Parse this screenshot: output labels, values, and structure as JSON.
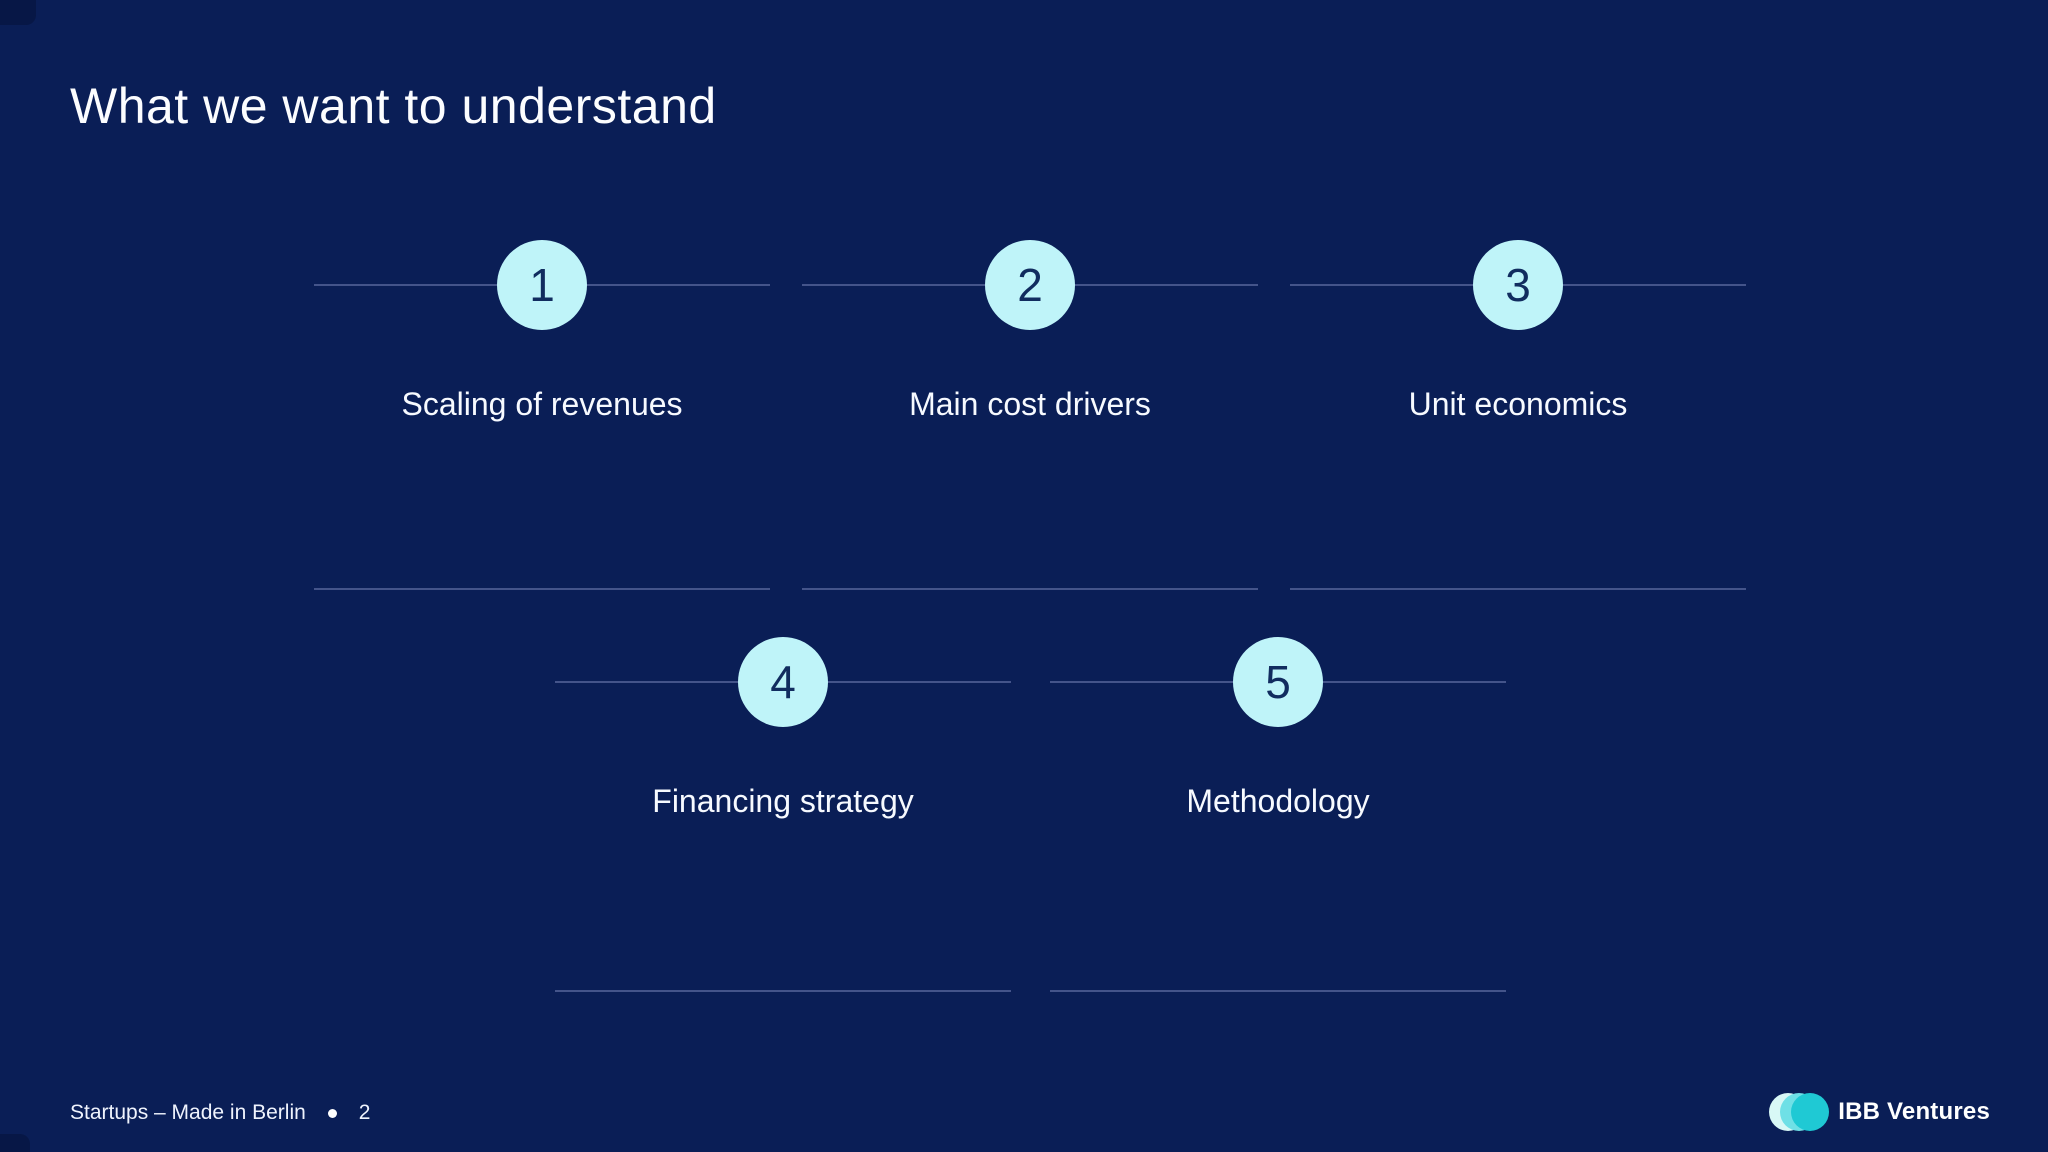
{
  "slide": {
    "title": "What we want to understand",
    "items": [
      {
        "number": "1",
        "label": "Scaling of revenues"
      },
      {
        "number": "2",
        "label": "Main cost drivers"
      },
      {
        "number": "3",
        "label": "Unit economics"
      },
      {
        "number": "4",
        "label": "Financing strategy"
      },
      {
        "number": "5",
        "label": "Methodology"
      }
    ]
  },
  "footer": {
    "deck_title": "Startups – Made in Berlin",
    "separator": "•",
    "page_number": "2",
    "logo_text": "IBB Ventures"
  },
  "colors": {
    "background": "#0A1E56",
    "circle_fill": "#BFF4F9",
    "circle_number": "#112C5F",
    "divider_line": "#44548A",
    "text": "#FFFFFF",
    "logo_circle_light": "#D8F8F6",
    "logo_circle_mid": "#6FE0E6",
    "logo_circle_dark": "#1FC9D4"
  }
}
